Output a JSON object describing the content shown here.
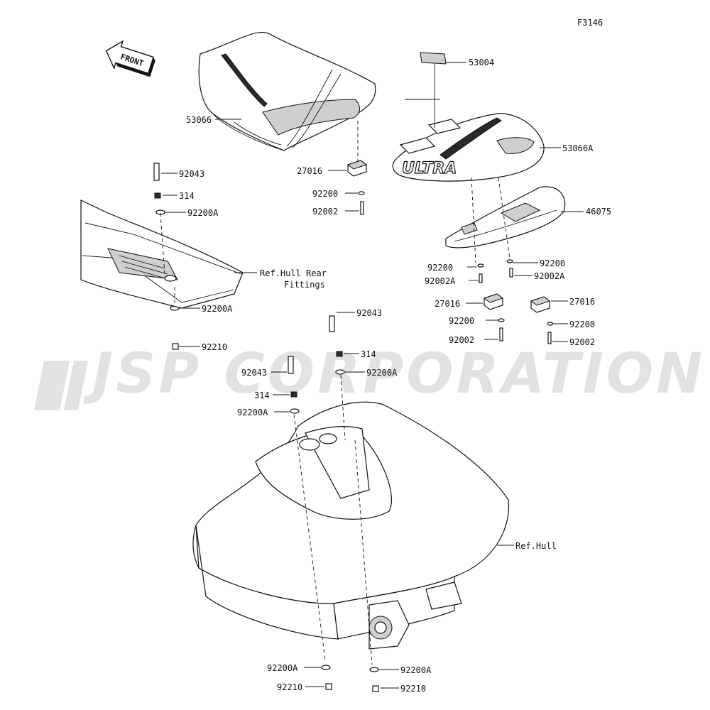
{
  "figure_code": "F3146",
  "front_label": "FRONT",
  "watermark": "JSP CORPORATION",
  "labels": {
    "seat": "53066",
    "front_seat": "53066A",
    "sticker": "53004",
    "bracket_rear": "46075",
    "stopper_1": "27016",
    "stopper_2": "27016",
    "stopper_3": "27016",
    "stud_1": "92043",
    "stud_2": "92043",
    "stud_3": "92043",
    "nut_314_1": "314",
    "nut_314_2": "314",
    "nut_314_3": "314",
    "washer_a_1": "92200A",
    "washer_a_2": "92200A",
    "washer_a_3": "92200A",
    "washer_a_4": "92200A",
    "washer_a_5": "92200A",
    "washer_a_6": "92200A",
    "washer_1": "92200",
    "washer_2": "92200",
    "washer_3": "92200",
    "washer_4": "92200",
    "washer_5": "92200",
    "bolt_1": "92002",
    "bolt_2": "92002",
    "bolt_3": "92002",
    "bolt_a_1": "92002A",
    "bolt_a_2": "92002A",
    "nut_1": "92210",
    "nut_2": "92210",
    "nut_3": "92210",
    "ref_rear_line1": "Ref.Hull Rear",
    "ref_rear_line2": "Fittings",
    "ref_hull": "Ref.Hull"
  }
}
